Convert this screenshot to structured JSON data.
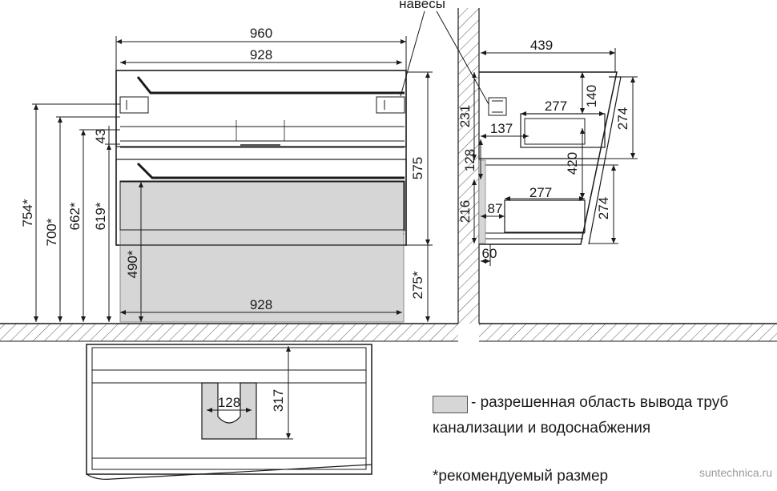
{
  "labels": {
    "hinges": "навесы",
    "w_960": "960",
    "w_928_top": "928",
    "w_928_bottom": "928",
    "h_754": "754*",
    "h_700": "700*",
    "h_662": "662*",
    "h_619": "619*",
    "h_43": "43",
    "h_490": "490*",
    "h_575": "575",
    "h_275": "275*",
    "d_439": "439",
    "d_231": "231",
    "d_140": "140",
    "d_277_top": "277",
    "d_137": "137",
    "d_274_top": "274",
    "d_128_side": "128",
    "d_420": "420",
    "d_216": "216",
    "d_87": "87",
    "d_277_bottom": "277",
    "d_274_bottom": "274",
    "d_60": "60",
    "p_128": "128",
    "p_317": "317"
  },
  "legend": {
    "allowed_area": "- разрешенная область вывода труб",
    "allowed_area_line2": "канализации и водоснабжения",
    "recommended": "*рекомендуемый размер"
  },
  "watermark": "suntechnica.ru",
  "colors": {
    "line": "#1a1a1a",
    "allowed_area": "#d6d6d6",
    "wall_hatch": "#555555"
  }
}
